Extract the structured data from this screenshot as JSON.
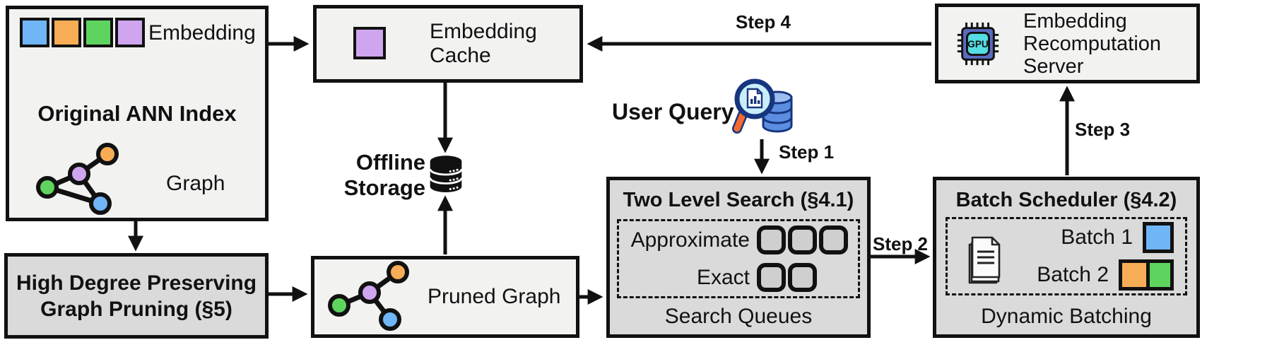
{
  "palette": {
    "blue": "#70b5f5",
    "orange": "#f7ad56",
    "green": "#5ed45e",
    "purple": "#d0a5f0",
    "box_light": "#f2f2f1",
    "box_dark": "#dadada",
    "outline": "#111111",
    "chip_body": "#5b6bc0",
    "chip_die": "#55dde4",
    "query_db": "#5b8de0",
    "query_db_dark": "#17357f",
    "query_lens": "#c9eef8",
    "query_handle": "#f4692e"
  },
  "ann_index": {
    "title": "Original ANN Index",
    "embedding_label": "Embedding",
    "graph_label": "Graph",
    "embedding_cells": [
      "blue",
      "orange",
      "green",
      "purple"
    ]
  },
  "embedding_cache": {
    "label_line1": "Embedding",
    "label_line2": "Cache"
  },
  "offline_storage": {
    "label_line1": "Offline",
    "label_line2": "Storage"
  },
  "high_degree_pruning": {
    "label_line1": "High Degree Preserving",
    "label_line2": "Graph Pruning (§5)"
  },
  "pruned_graph": {
    "label": "Pruned Graph"
  },
  "user_query": {
    "label": "User Query"
  },
  "steps": {
    "step1": "Step 1",
    "step2": "Step 2",
    "step3": "Step 3",
    "step4": "Step 4"
  },
  "two_level_search": {
    "title": "Two Level Search (§4.1)",
    "approximate_label": "Approximate",
    "approximate_queue_count": 3,
    "exact_label": "Exact",
    "exact_queue_count": 2,
    "footer": "Search Queues"
  },
  "batch_scheduler": {
    "title": "Batch Scheduler (§4.2)",
    "batch1_label": "Batch 1",
    "batch1_colors": [
      "blue"
    ],
    "batch2_label": "Batch 2",
    "batch2_colors": [
      "orange",
      "green"
    ],
    "footer": "Dynamic Batching"
  },
  "recomputation_server": {
    "label_line1": "Embedding",
    "label_line2": "Recomputation",
    "label_line3": "Server",
    "chip_label": "GPU"
  }
}
